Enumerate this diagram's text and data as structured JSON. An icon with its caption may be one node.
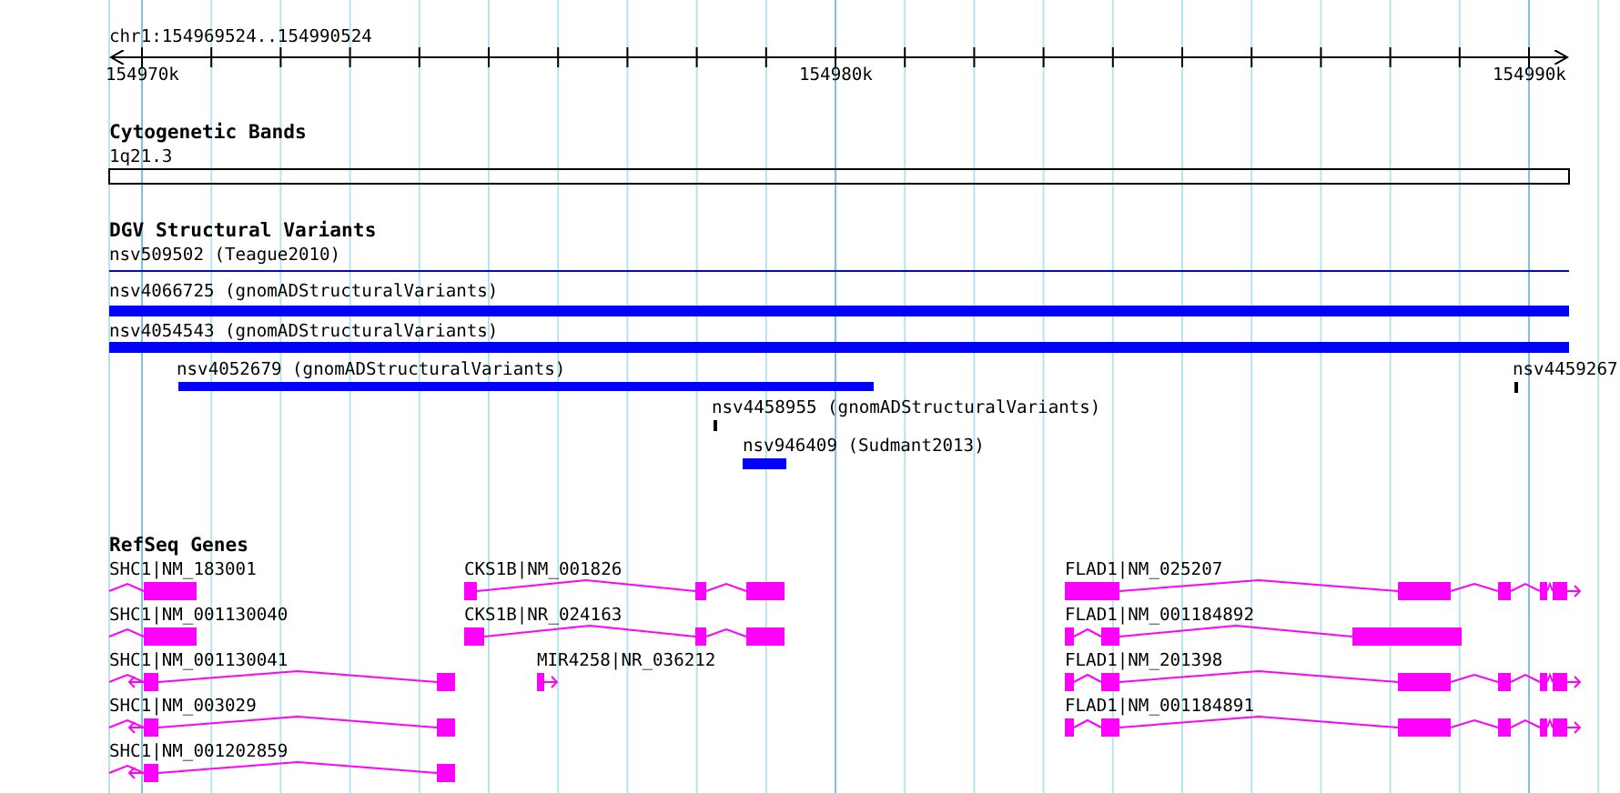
{
  "diagram": {
    "labels": [
      "chr1:154969524..154990524",
      "154970k",
      "154980k",
      "154990k",
      "Cytogenetic Bands",
      "1q21.3",
      "DGV Structural Variants",
      "nsv509502 (Teague2010)",
      "nsv4066725 (gnomADStructuralVariants)",
      "nsv4054543 (gnomADStructuralVariants)",
      "nsv4052679 (gnomADStructuralVariants)",
      "nsv4459267",
      "nsv4458955 (gnomADStructuralVariants)",
      "nsv946409 (Sudmant2013)",
      "RefSeq Genes",
      "SHC1|NM_183001",
      "CKS1B|NM_001826",
      "FLAD1|NM_025207",
      "SHC1|NM_001130040",
      "CKS1B|NR_024163",
      "FLAD1|NM_001184892",
      "SHC1|NM_001130041",
      "MIR4258|NR_036212",
      "FLAD1|NM_201398",
      "SHC1|NM_003029",
      "FLAD1|NM_001184891",
      "SHC1|NM_001202859"
    ]
  }
}
